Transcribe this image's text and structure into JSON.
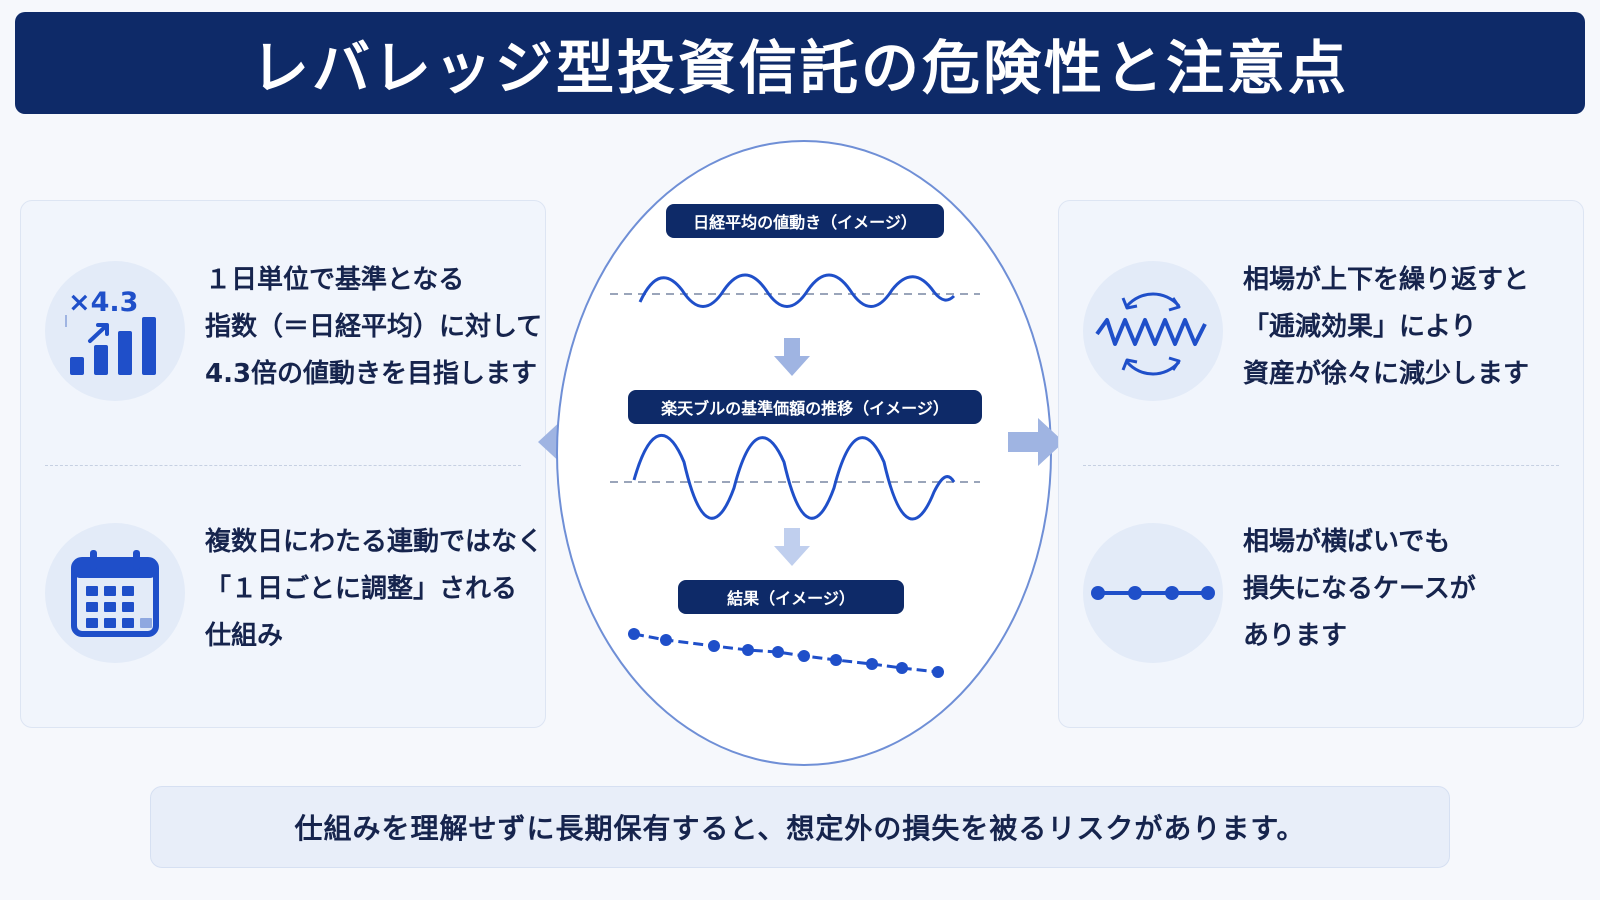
{
  "title": "レバレッジ型投資信託の危険性と注意点",
  "left_panel": {
    "top": {
      "icon": "bar-chart-multiplier-icon",
      "badge": "×4.3",
      "lines": [
        "１日単位で基準となる",
        "指数（＝日経平均）に対して",
        "4.3倍の値動きを目指します"
      ]
    },
    "bottom": {
      "icon": "calendar-icon",
      "lines": [
        "複数日にわたる連動ではなく",
        "「１日ごとに調整」される",
        "仕組み"
      ]
    }
  },
  "center": {
    "label_index": "日経平均の値動き（イメージ）",
    "label_fund": "楽天ブルの基準価額の推移（イメージ）",
    "label_result": "結果（イメージ）"
  },
  "right_panel": {
    "top": {
      "icon": "oscillating-wave-cycle-icon",
      "lines": [
        "相場が上下を繰り返すと",
        "「逓減効果」により",
        "資産が徐々に減少します"
      ]
    },
    "bottom": {
      "icon": "flat-line-dots-icon",
      "lines": [
        "相場が横ばいでも",
        "損失になるケースが",
        "あります"
      ]
    }
  },
  "footer_note": "仕組みを理解せずに長期保有すると、想定外の損失を被るリスクがあります。",
  "colors": {
    "navy": "#0e2a68",
    "accent_blue": "#1f4fc9",
    "light_arrow": "#9fb4e2",
    "panel_bg": "#f1f5fc"
  }
}
